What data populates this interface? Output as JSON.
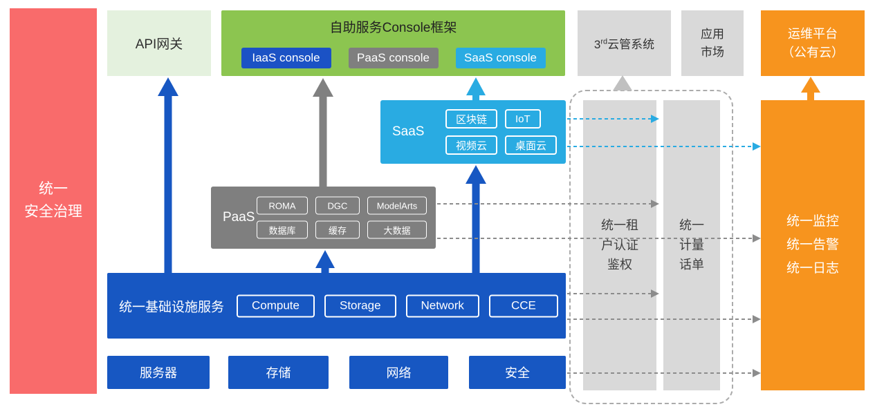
{
  "colors": {
    "security_red": "#F96B6B",
    "api_gateway_green": "#E4F1DE",
    "console_green": "#8CC550",
    "primary_blue": "#1757C2",
    "paas_gray": "#7F7F7F",
    "panel_gray": "#D9D9D9",
    "saas_cyan": "#29ABE2",
    "om_orange": "#F7941E"
  },
  "left_bar": {
    "lines": [
      "统一",
      "安全治理"
    ]
  },
  "top": {
    "api_gateway": "API网关",
    "console_frame": {
      "title": "自助服务Console框架",
      "buttons": [
        {
          "label": "IaaS console"
        },
        {
          "label": "PaaS console"
        },
        {
          "label": "SaaS console"
        }
      ]
    },
    "third_party": {
      "prefix": "3",
      "sup": "rd",
      "suffix": "云管系统"
    },
    "app_market": {
      "lines": [
        "应用",
        "市场"
      ]
    },
    "om_platform": {
      "lines": [
        "运维平台",
        "（公有云）"
      ]
    }
  },
  "saas": {
    "label": "SaaS",
    "items": [
      "区块链",
      "IoT",
      "视频云",
      "桌面云"
    ]
  },
  "paas": {
    "label": "PaaS",
    "items": [
      "ROMA",
      "DGC",
      "ModelArts",
      "数据库",
      "缓存",
      "大数据"
    ]
  },
  "infra": {
    "label": "统一基础设施服务",
    "items": [
      "Compute",
      "Storage",
      "Network",
      "CCE"
    ]
  },
  "bottom_row": [
    "服务器",
    "存储",
    "网络",
    "安全"
  ],
  "pillars": {
    "auth": {
      "lines": [
        "统一租",
        "户认证",
        "鉴权"
      ]
    },
    "metering": {
      "lines": [
        "统一",
        "计量",
        "话单"
      ]
    },
    "om": {
      "lines": [
        "统一监控",
        "统一告警",
        "统一日志"
      ]
    }
  }
}
